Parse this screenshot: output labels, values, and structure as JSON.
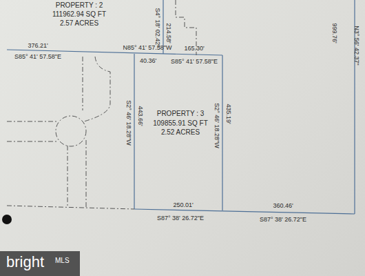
{
  "diagram": {
    "nodes": [
      {
        "text": [
          "PROPERTY : 2",
          "111962.94 SQ FT",
          "2.57 ACRES"
        ]
      },
      {
        "text": [
          "PROPERTY : 3",
          "109855.91 SQ FT",
          "2.52 ACRES"
        ]
      }
    ],
    "labels": [
      "S4° 18' 02.42\"",
      "214.58'",
      "999.76'",
      "N3° 56' 42.37\"",
      "376.21'",
      "S85° 41' 57.58\"E",
      "N85° 41' 57.58\"W",
      "165.30'",
      "40.36'",
      "S85° 41' 57.58\"E",
      "S2° 46' 18.28\"W",
      "443.66'",
      "S2° 46' 18.28\"W",
      "435.19'",
      "250.01'",
      "S87° 38' 26.72\"E",
      "360.46'",
      "S87° 38' 26.72\"E",
      "bright",
      "MLS"
    ]
  }
}
